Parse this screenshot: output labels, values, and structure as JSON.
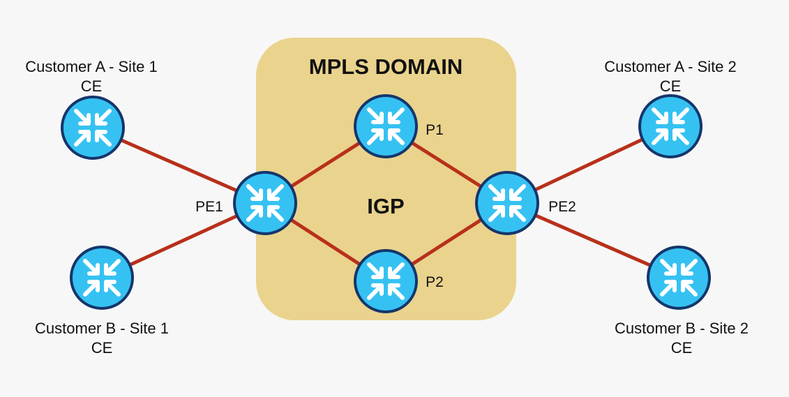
{
  "colors": {
    "background": "#f7f7f7",
    "domain_fill": "#ead38d",
    "link": "#b8301a",
    "router_fill": "#35c2f2",
    "router_border": "#15366b",
    "router_arrows": "#ffffff",
    "text": "#111111"
  },
  "domain": {
    "title": "MPLS DOMAIN",
    "protocol": "IGP"
  },
  "routers": {
    "ce_a1": {
      "icon": "router-icon",
      "site": "Customer A - Site 1",
      "role": "CE"
    },
    "ce_b1": {
      "icon": "router-icon",
      "site": "Customer B - Site 1",
      "role": "CE"
    },
    "pe1": {
      "icon": "router-icon",
      "label": "PE1"
    },
    "p1": {
      "icon": "router-icon",
      "label": "P1"
    },
    "p2": {
      "icon": "router-icon",
      "label": "P2"
    },
    "pe2": {
      "icon": "router-icon",
      "label": "PE2"
    },
    "ce_a2": {
      "icon": "router-icon",
      "site": "Customer A - Site 2",
      "role": "CE"
    },
    "ce_b2": {
      "icon": "router-icon",
      "site": "Customer B - Site 2",
      "role": "CE"
    }
  },
  "links": [
    [
      "ce_a1",
      "pe1"
    ],
    [
      "ce_b1",
      "pe1"
    ],
    [
      "pe1",
      "p1"
    ],
    [
      "pe1",
      "p2"
    ],
    [
      "p1",
      "pe2"
    ],
    [
      "p2",
      "pe2"
    ],
    [
      "pe2",
      "ce_a2"
    ],
    [
      "pe2",
      "ce_b2"
    ]
  ]
}
